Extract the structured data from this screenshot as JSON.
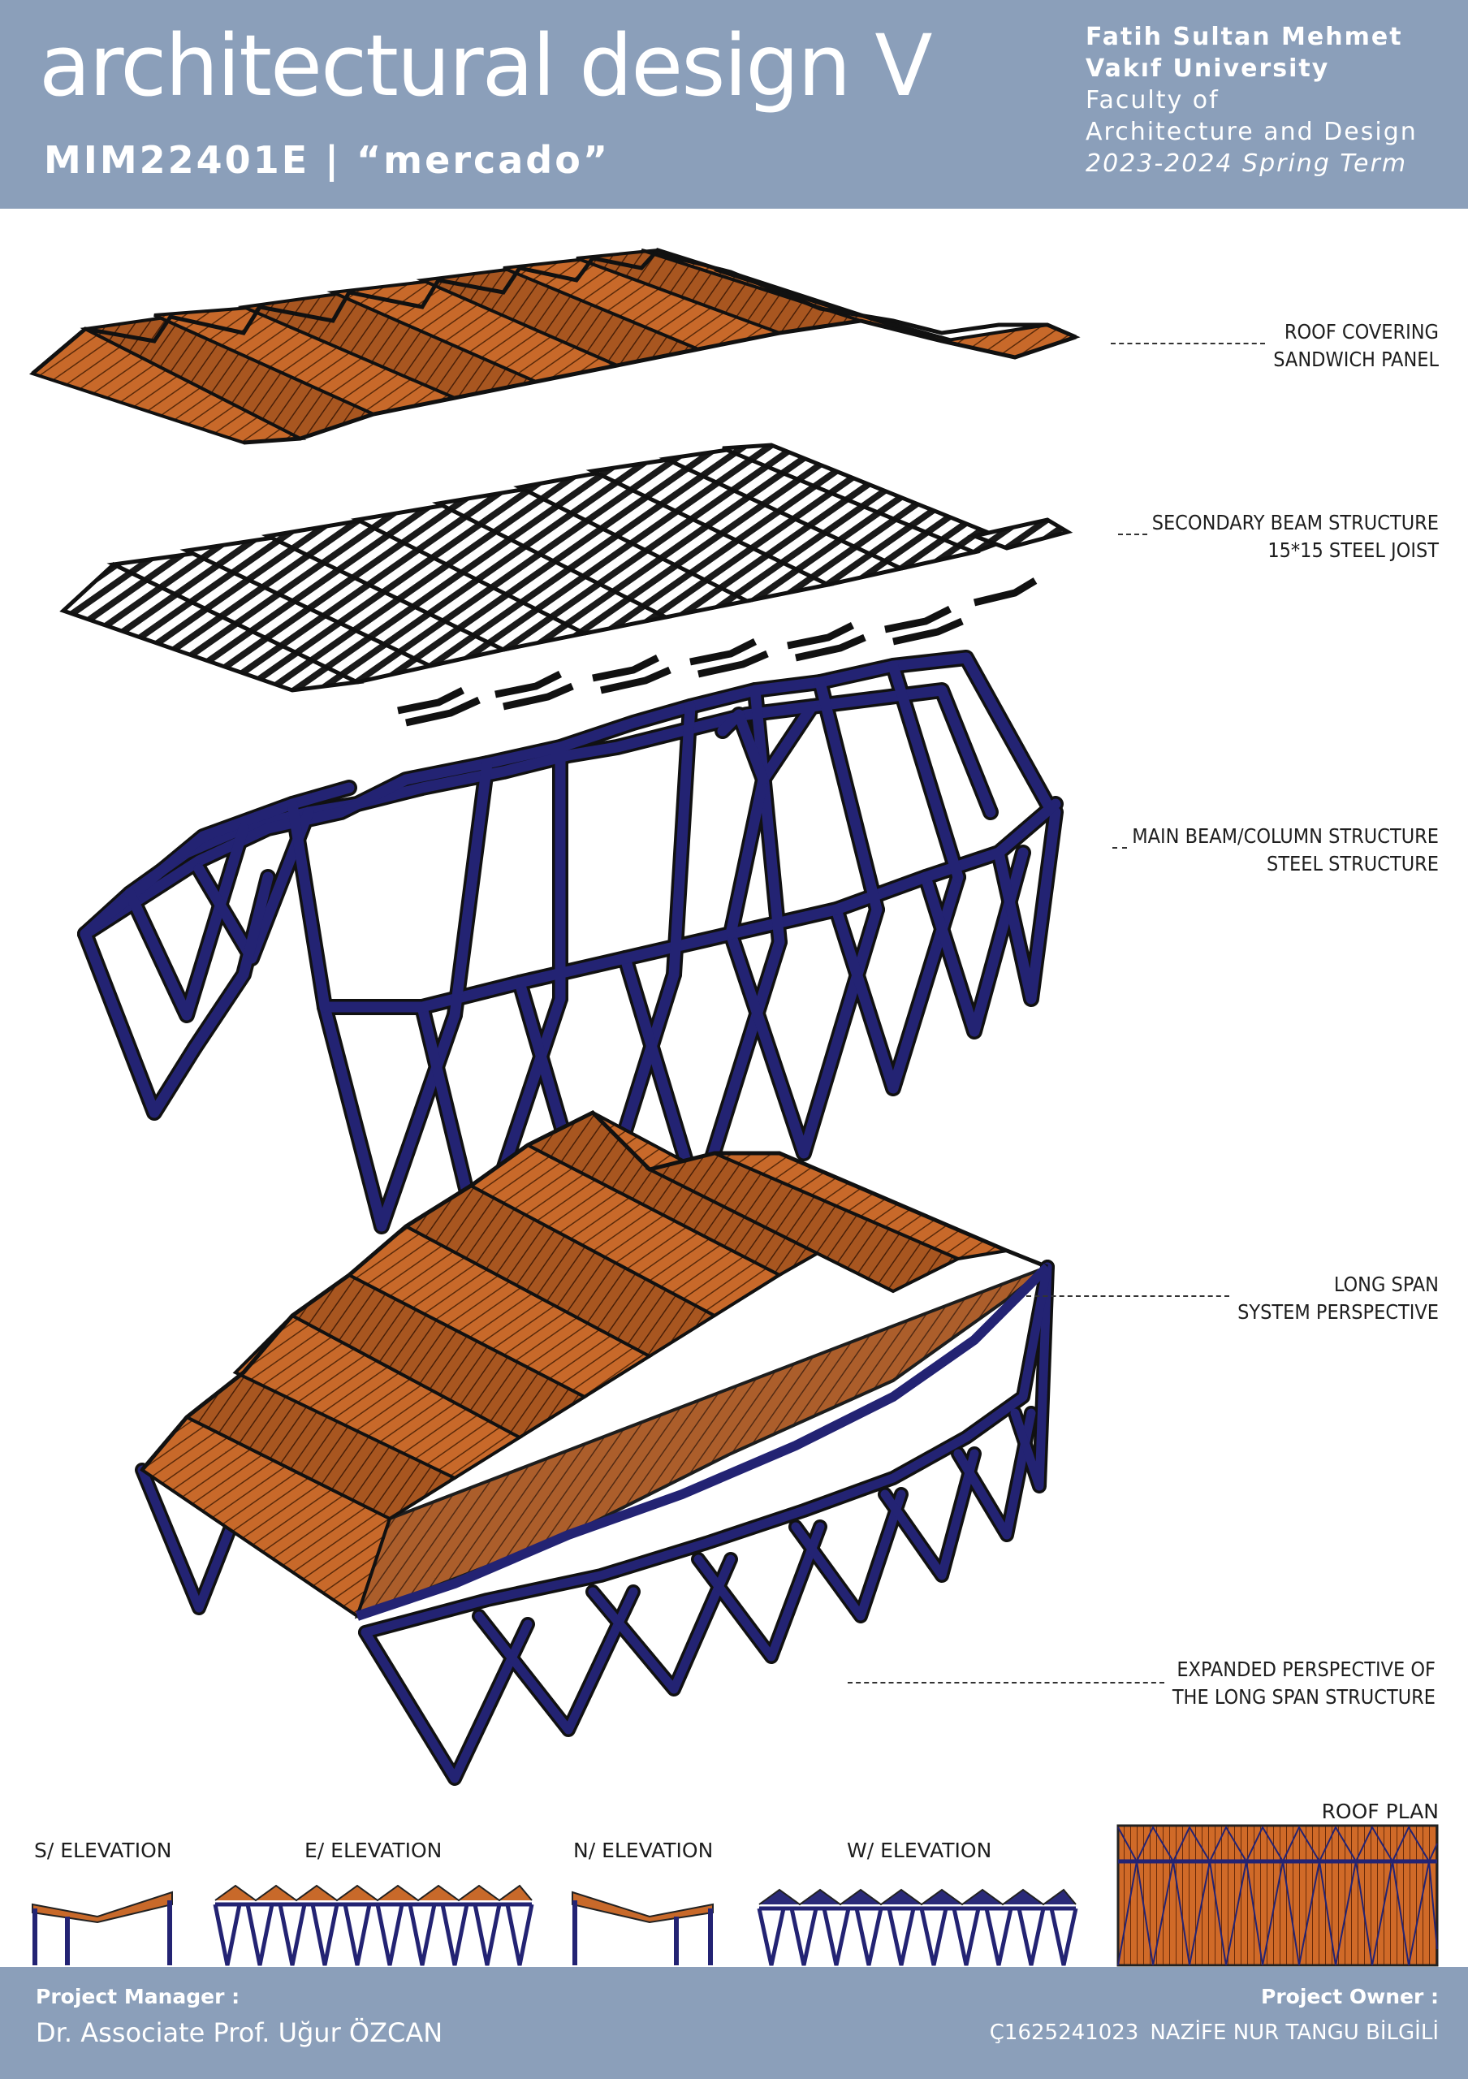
{
  "header": {
    "title": "architectural design V",
    "course": "MIM22401E | “mercado”",
    "university_line1": "Fatih Sultan Mehmet",
    "university_line2": "Vakıf University",
    "faculty_line1": "Faculty of",
    "faculty_line2": "Architecture and Design",
    "term": "2023-2024 Spring Term"
  },
  "layers": [
    {
      "line1": "ROOF COVERING",
      "line2": "SANDWICH PANEL"
    },
    {
      "line1": "SECONDARY BEAM STRUCTURE",
      "line2": "15*15 STEEL JOIST"
    },
    {
      "line1": "MAIN BEAM/COLUMN STRUCTURE",
      "line2": "STEEL STRUCTURE"
    },
    {
      "line1": "LONG SPAN",
      "line2": "SYSTEM PERSPECTIVE"
    },
    {
      "line1": "EXPANDED PERSPECTIVE OF",
      "line2": "THE LONG SPAN STRUCTURE"
    }
  ],
  "elevations": {
    "south": "S/ ELEVATION",
    "east": "E/ ELEVATION",
    "north": "N/ ELEVATION",
    "west": "W/ ELEVATION",
    "roof_plan": "ROOF PLAN"
  },
  "footer": {
    "manager_label": "Project Manager :",
    "manager_name": "Dr. Associate Prof. Uğur ÖZCAN",
    "owner_label": "Project Owner :",
    "owner_id": "Ç1625241023",
    "owner_name": "NAZİFE NUR TANGU BİLGİLİ"
  },
  "colors": {
    "header_bg": "#8b9fba",
    "roof_orange": "#c8692a",
    "steel_blue": "#2a2a78",
    "joist_black": "#1a1a1a"
  }
}
